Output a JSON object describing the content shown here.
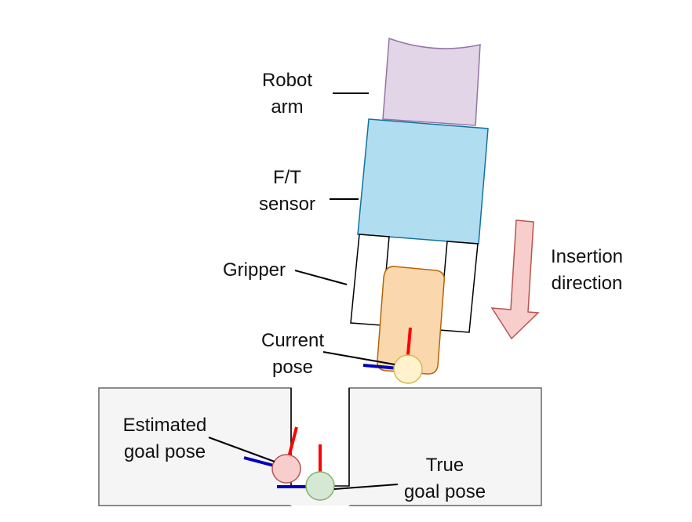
{
  "labels": {
    "robot_arm": [
      "Robot",
      "arm"
    ],
    "ft_sensor": [
      "F/T",
      "sensor"
    ],
    "gripper": "Gripper",
    "insertion_direction": [
      "Insertion",
      "direction"
    ],
    "current_pose": [
      "Current",
      "pose"
    ],
    "estimated_goal_pose": [
      "Estimated",
      "goal pose"
    ],
    "true_goal_pose": [
      "True",
      "goal pose"
    ]
  },
  "colors": {
    "robot_arm_fill": "#e1d5e7",
    "robot_arm_stroke": "#9673a6",
    "sensor_fill": "#b1ddf0",
    "sensor_stroke": "#10739e",
    "gripper_fill": "#ffffff",
    "gripper_stroke": "#000000",
    "peg_fill": "#fad7ac",
    "peg_stroke": "#b46504",
    "arrow_fill": "#f8cecc",
    "arrow_stroke": "#b85450",
    "ground_fill": "#f5f5f5",
    "ground_stroke": "#666666",
    "current_pose_fill": "#fff2cc",
    "current_pose_stroke": "#d6b656",
    "estimated_pose_fill": "#f8cecc",
    "estimated_pose_stroke": "#b85450",
    "true_pose_fill": "#d5e8d4",
    "true_pose_stroke": "#82b366",
    "axis_red": "#ff0000",
    "axis_blue": "#0000bb"
  }
}
